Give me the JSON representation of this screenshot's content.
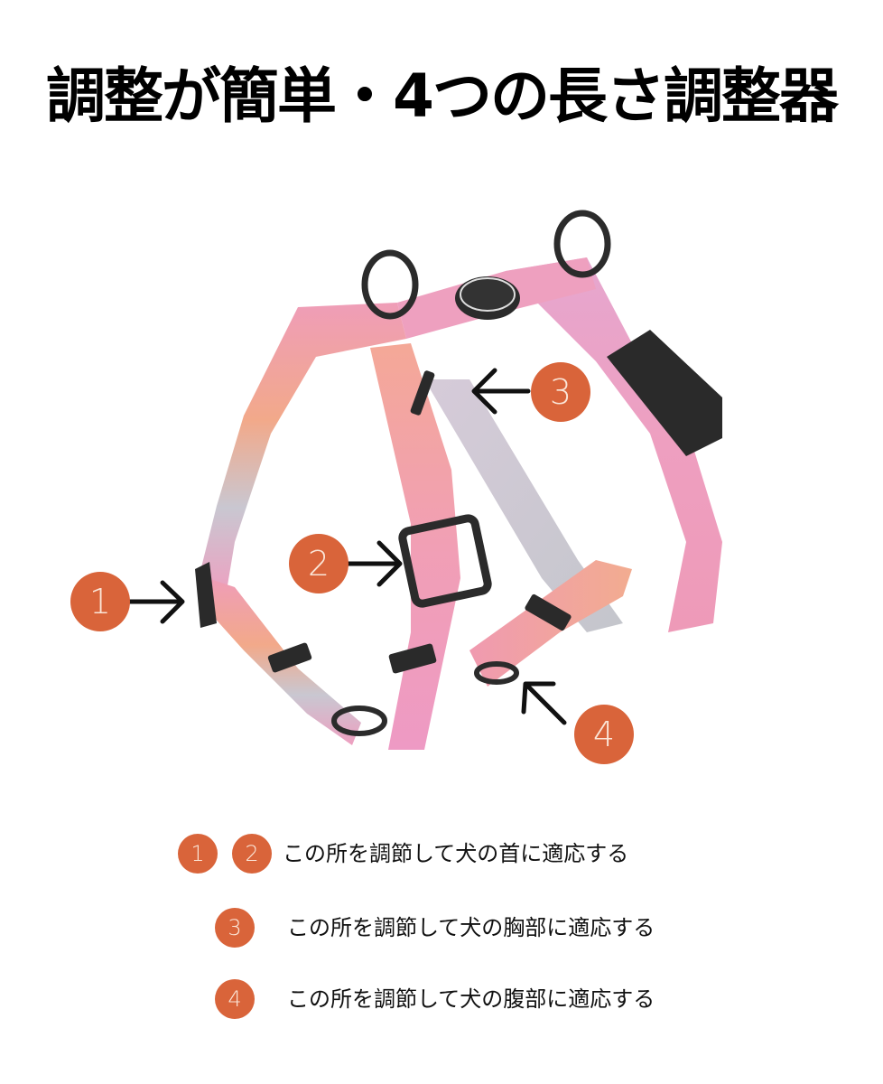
{
  "title": "調整が簡単・4つの長さ調整器",
  "colors": {
    "badge": "#D9643A",
    "badge_text": "#FBE6D8",
    "strap_pink": "#EE9FC0",
    "strap_peach": "#F2A98A",
    "strap_gray": "#C9C7D1",
    "hardware": "#2B2B2B"
  },
  "callouts": [
    {
      "number": "1",
      "arrow": "right"
    },
    {
      "number": "2",
      "arrow": "right"
    },
    {
      "number": "3",
      "arrow": "left"
    },
    {
      "number": "4",
      "arrow": "up-left"
    }
  ],
  "legend": [
    {
      "numbers": [
        "1",
        "2"
      ],
      "text": "この所を調節して犬の首に適応する"
    },
    {
      "numbers": [
        "3"
      ],
      "text": "この所を調節して犬の胸部に適応する"
    },
    {
      "numbers": [
        "4"
      ],
      "text": "この所を調節して犬の腹部に適応する"
    }
  ]
}
